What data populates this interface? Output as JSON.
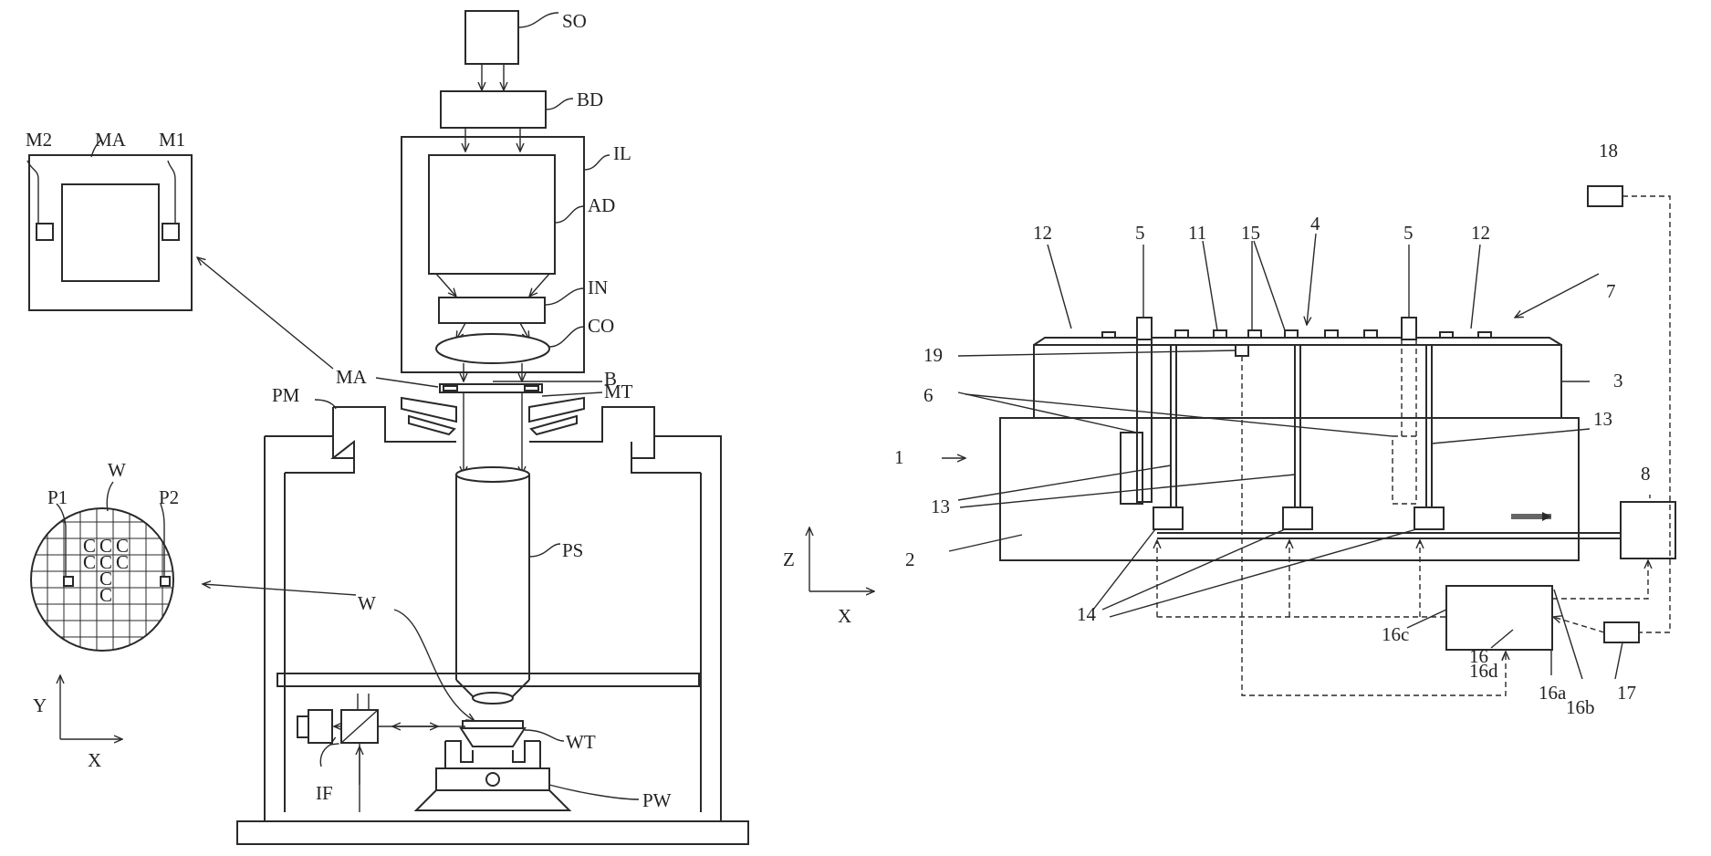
{
  "labels": {
    "SO": "SO",
    "BD": "BD",
    "IL": "IL",
    "AD": "AD",
    "IN": "IN",
    "CO": "CO",
    "MA": "MA",
    "B": "B",
    "MT": "MT",
    "PM": "PM",
    "PS": "PS",
    "W": "W",
    "WT": "WT",
    "PW": "PW",
    "IF": "IF",
    "M1": "M1",
    "M2": "M2",
    "P1": "P1",
    "P2": "P2",
    "C": "C",
    "X": "X",
    "Y": "Y",
    "Z": "Z",
    "n1": "1",
    "n2": "2",
    "n3": "3",
    "n4": "4",
    "n5": "5",
    "n6": "6",
    "n7": "7",
    "n8": "8",
    "n11": "11",
    "n12": "12",
    "n13": "13",
    "n14": "14",
    "n15": "15",
    "n16": "16",
    "n16a": "16a",
    "n16b": "16b",
    "n16c": "16c",
    "n16d": "16d",
    "n17": "17",
    "n18": "18",
    "n19": "19"
  },
  "colors": {
    "line": "#2a2a2a",
    "arrow_fill": "#666666"
  }
}
